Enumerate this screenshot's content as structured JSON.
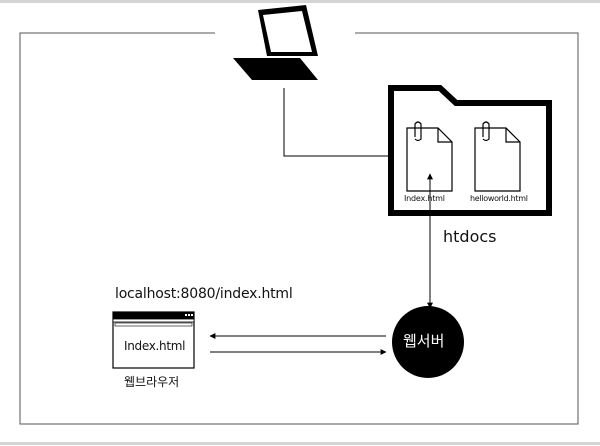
{
  "diagram": {
    "browser": {
      "url": "localhost:8080/index.html",
      "page_text": "Index.html",
      "caption": "웹브라우저"
    },
    "server": {
      "label": "웹서버"
    },
    "folder": {
      "name": "htdocs",
      "files": [
        "Index.html",
        "helloworld.html"
      ]
    },
    "colors": {
      "stroke": "#000000",
      "server_fill": "#000000",
      "server_text": "#ffffff",
      "frame": "#555555",
      "rule": "#d4d4d4"
    }
  }
}
